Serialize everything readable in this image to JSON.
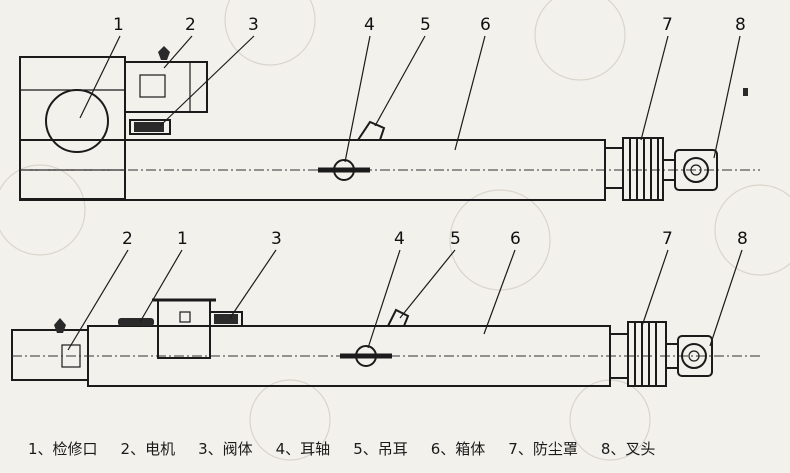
{
  "figure": {
    "callouts": {
      "top": [
        "1",
        "2",
        "3",
        "4",
        "5",
        "6",
        "7",
        "8"
      ],
      "bottom": [
        "2",
        "1",
        "3",
        "4",
        "5",
        "6",
        "7",
        "8"
      ]
    },
    "legend": [
      "1、检修口",
      "2、电机",
      "3、阀体",
      "4、耳轴",
      "5、吊耳",
      "6、箱体",
      "7、防尘罩",
      "8、叉头"
    ]
  }
}
